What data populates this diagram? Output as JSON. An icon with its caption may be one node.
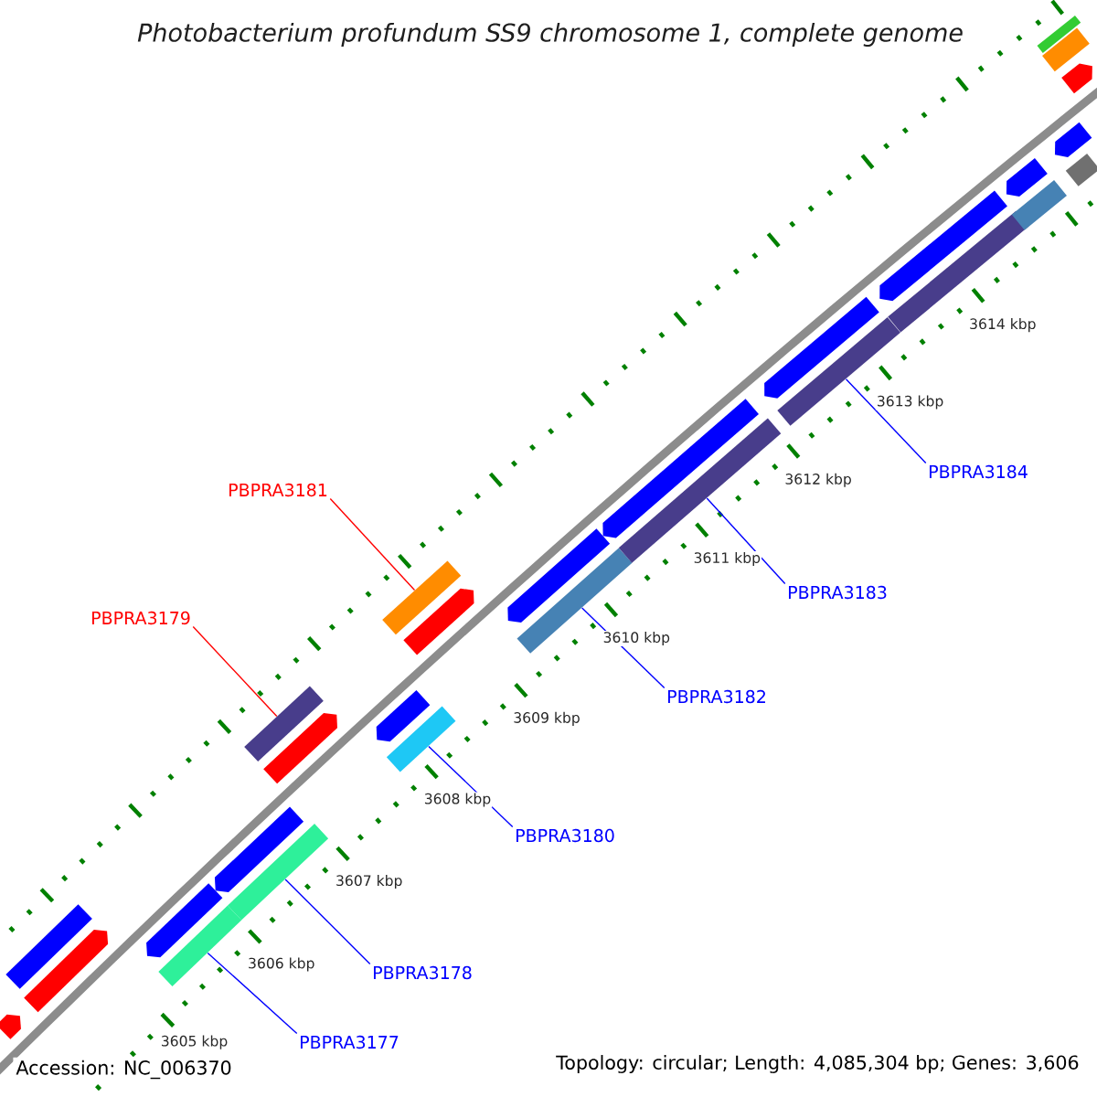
{
  "diagram": {
    "title": "Photobacterium profundum SS9 chromosome 1, complete genome",
    "nodes": [
      {
        "text": [
          "PBPRA3181"
        ]
      },
      {
        "text": [
          "PBPRA3179"
        ]
      },
      {
        "text": [
          "PBPRA3184"
        ]
      },
      {
        "text": [
          "PBPRA3183"
        ]
      },
      {
        "text": [
          "PBPRA3182"
        ]
      },
      {
        "text": [
          "PBPRA3180"
        ]
      },
      {
        "text": [
          "PBPRA3178"
        ]
      },
      {
        "text": [
          "PBPRA3177"
        ]
      },
      {
        "text": [],
        "shape": "pentagon"
      },
      {
        "text": [],
        "shape": "pentagon"
      },
      {
        "text": [],
        "shape": "pentagon"
      },
      {
        "text": [],
        "shape": "pentagon"
      },
      {
        "text": [],
        "shape": "pentagon"
      },
      {
        "text": [],
        "shape": "pentagon"
      },
      {
        "text": [],
        "shape": "pentagon"
      },
      {
        "text": [],
        "shape": "pentagon"
      },
      {
        "text": [],
        "shape": "pentagon"
      },
      {
        "text": [],
        "shape": "bar"
      },
      {
        "text": [],
        "shape": "bar"
      },
      {
        "text": [],
        "shape": "bar"
      },
      {
        "text": [],
        "shape": "bar"
      },
      {
        "text": [],
        "shape": "bar"
      },
      {
        "text": [],
        "shape": "bar"
      },
      {
        "text": [],
        "shape": "bar"
      },
      {
        "text": [],
        "shape": "bar"
      },
      {
        "text": [],
        "shape": "bar"
      },
      {
        "text": [],
        "shape": "pentagon"
      },
      {
        "text": [],
        "shape": "pentagon"
      },
      {
        "text": [],
        "shape": "pentagon"
      },
      {
        "text": [],
        "shape": "pentagon"
      },
      {
        "text": [],
        "shape": "pentagon"
      },
      {
        "text": [],
        "shape": "bar"
      },
      {
        "text": [],
        "shape": "bar"
      },
      {
        "text": [],
        "shape": "bar"
      },
      {
        "text": [],
        "shape": "bar"
      },
      {
        "text": [],
        "shape": "bar"
      }
    ],
    "edges": [
      {
        "from": 0,
        "to": 33,
        "arrow": "none",
        "color": "#ff0000"
      },
      {
        "from": 1,
        "to": 32,
        "arrow": "none",
        "color": "#ff0000"
      },
      {
        "from": 2,
        "to": 22,
        "arrow": "none"
      },
      {
        "from": 3,
        "to": 21,
        "arrow": "none"
      },
      {
        "from": 4,
        "to": 20,
        "arrow": "none"
      },
      {
        "from": 5,
        "to": 19,
        "arrow": "none"
      },
      {
        "from": 6,
        "to": 18,
        "arrow": "none"
      },
      {
        "from": 7,
        "to": 17,
        "arrow": "none"
      }
    ],
    "labels": [
      "3614 kbp",
      "3613 kbp",
      "3612 kbp",
      "3611 kbp",
      "3610 kbp",
      "3609 kbp",
      "3608 kbp",
      "3607 kbp",
      "3606 kbp",
      "3605 kbp",
      "Accession: NC_006370",
      "Topology: circular; Length: 4,085,304 bp; Genes: 3,606"
    ]
  }
}
